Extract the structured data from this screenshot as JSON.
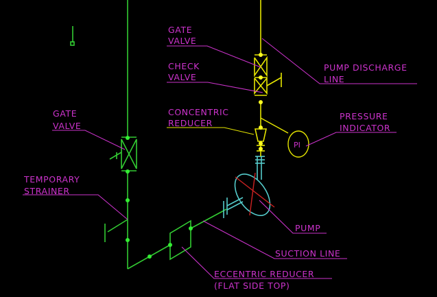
{
  "diagram": {
    "kind": "isometric pump piping arrangement",
    "colors": {
      "background": "#000000",
      "suction_pipe": "#33cc33",
      "discharge_pipe": "#e6e600",
      "pump": "#55cccc",
      "pump_centerline": "#cc2222",
      "labels": "#cc33cc",
      "leader_lines": "#cc33cc",
      "pressure_indicator_leader": "#e6e600",
      "weld_points_suction": "#33ee33",
      "weld_points_discharge": "#ffff22"
    },
    "labels": {
      "gate_valve_discharge": [
        "GATE",
        "VALVE"
      ],
      "check_valve": [
        "CHECK",
        "VALVE"
      ],
      "concentric_reducer": [
        "CONCENTRIC",
        "REDUCER"
      ],
      "pump_discharge_line": [
        "PUMP DISCHARGE",
        "LINE"
      ],
      "pressure_indicator": [
        "PRESSURE",
        "INDICATOR"
      ],
      "gate_valve_suction": [
        "GATE",
        "VALVE"
      ],
      "temporary_strainer": [
        "TEMPORARY",
        "STRAINER"
      ],
      "pump": "PUMP",
      "suction_line": "SUCTION LINE",
      "eccentric_reducer": [
        "ECCENTRIC REDUCER",
        "(FLAT SIDE TOP)"
      ]
    },
    "instrument_symbol_text": "PI"
  }
}
